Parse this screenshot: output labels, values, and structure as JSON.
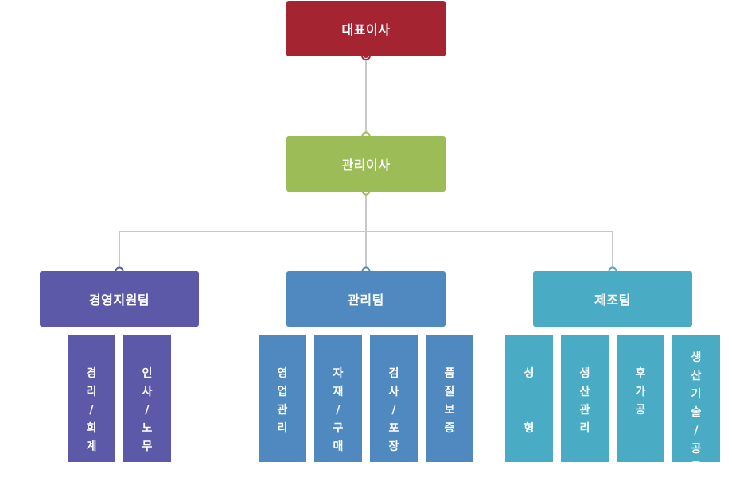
{
  "ceo": {
    "label": "대표이사",
    "color": "#a52432"
  },
  "executive": {
    "label": "관리이사",
    "color": "#9bbc56"
  },
  "teams": [
    {
      "label": "경영지원팀",
      "color": "#5c5aa8"
    },
    {
      "label": "관리팀",
      "color": "#5089bf"
    },
    {
      "label": "제조팀",
      "color": "#4aabc4"
    }
  ],
  "units": {
    "management_support": [
      {
        "label": "경리/회계"
      },
      {
        "label": "인사/노무"
      }
    ],
    "admin": [
      {
        "label": "영업관리"
      },
      {
        "label": "자재/구매"
      },
      {
        "label": "검사/포장"
      },
      {
        "label": "품질보증"
      }
    ],
    "manufacturing": [
      {
        "label": "성형"
      },
      {
        "label": "생산관리"
      },
      {
        "label": "후가공"
      },
      {
        "label": "생산기술/공무"
      }
    ]
  },
  "colors": {
    "connector_line": "#c8c8c8",
    "dot_fill": "#ffffff"
  }
}
